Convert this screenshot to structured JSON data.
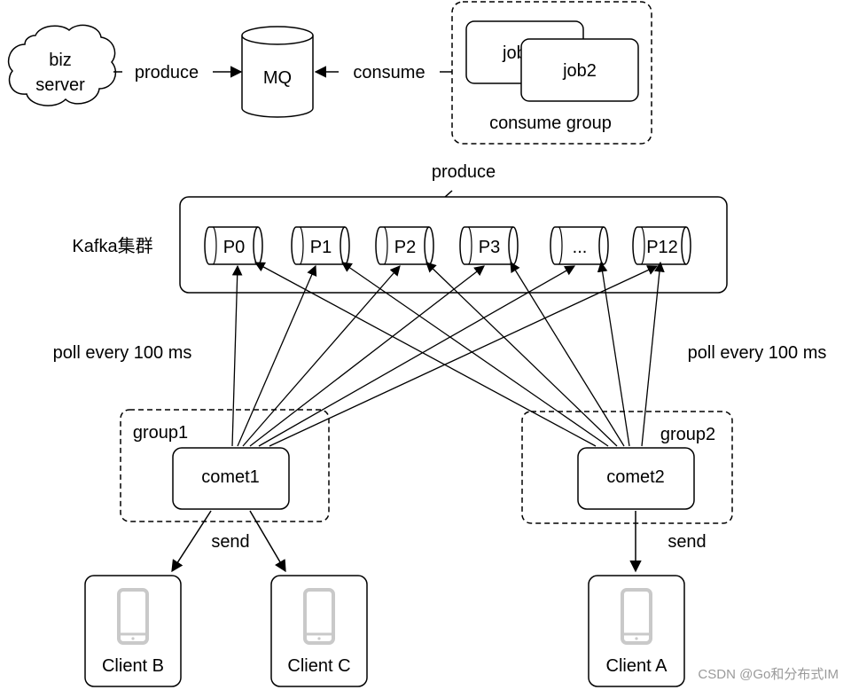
{
  "top": {
    "biz_server": [
      "biz",
      "server"
    ],
    "produce": "produce",
    "mq": "MQ",
    "consume": "consume",
    "job1": "job1",
    "job2": "job2",
    "consume_group": "consume group",
    "produce2": "produce"
  },
  "kafka": {
    "label": "Kafka集群",
    "partitions": [
      "P0",
      "P1",
      "P2",
      "P3",
      "...",
      "P12"
    ]
  },
  "poll_left": "poll every 100 ms",
  "poll_right": "poll every 100 ms",
  "groups": {
    "group1": "group1",
    "group2": "group2",
    "comet1": "comet1",
    "comet2": "comet2"
  },
  "send_left": "send",
  "send_right": "send",
  "clients": [
    "Client B",
    "Client C",
    "Client A"
  ],
  "watermark": "CSDN @Go和分布式IM",
  "colors": {
    "stroke": "#000000",
    "phone": "#c9c9c9",
    "watermark": "#9a9a9a"
  }
}
